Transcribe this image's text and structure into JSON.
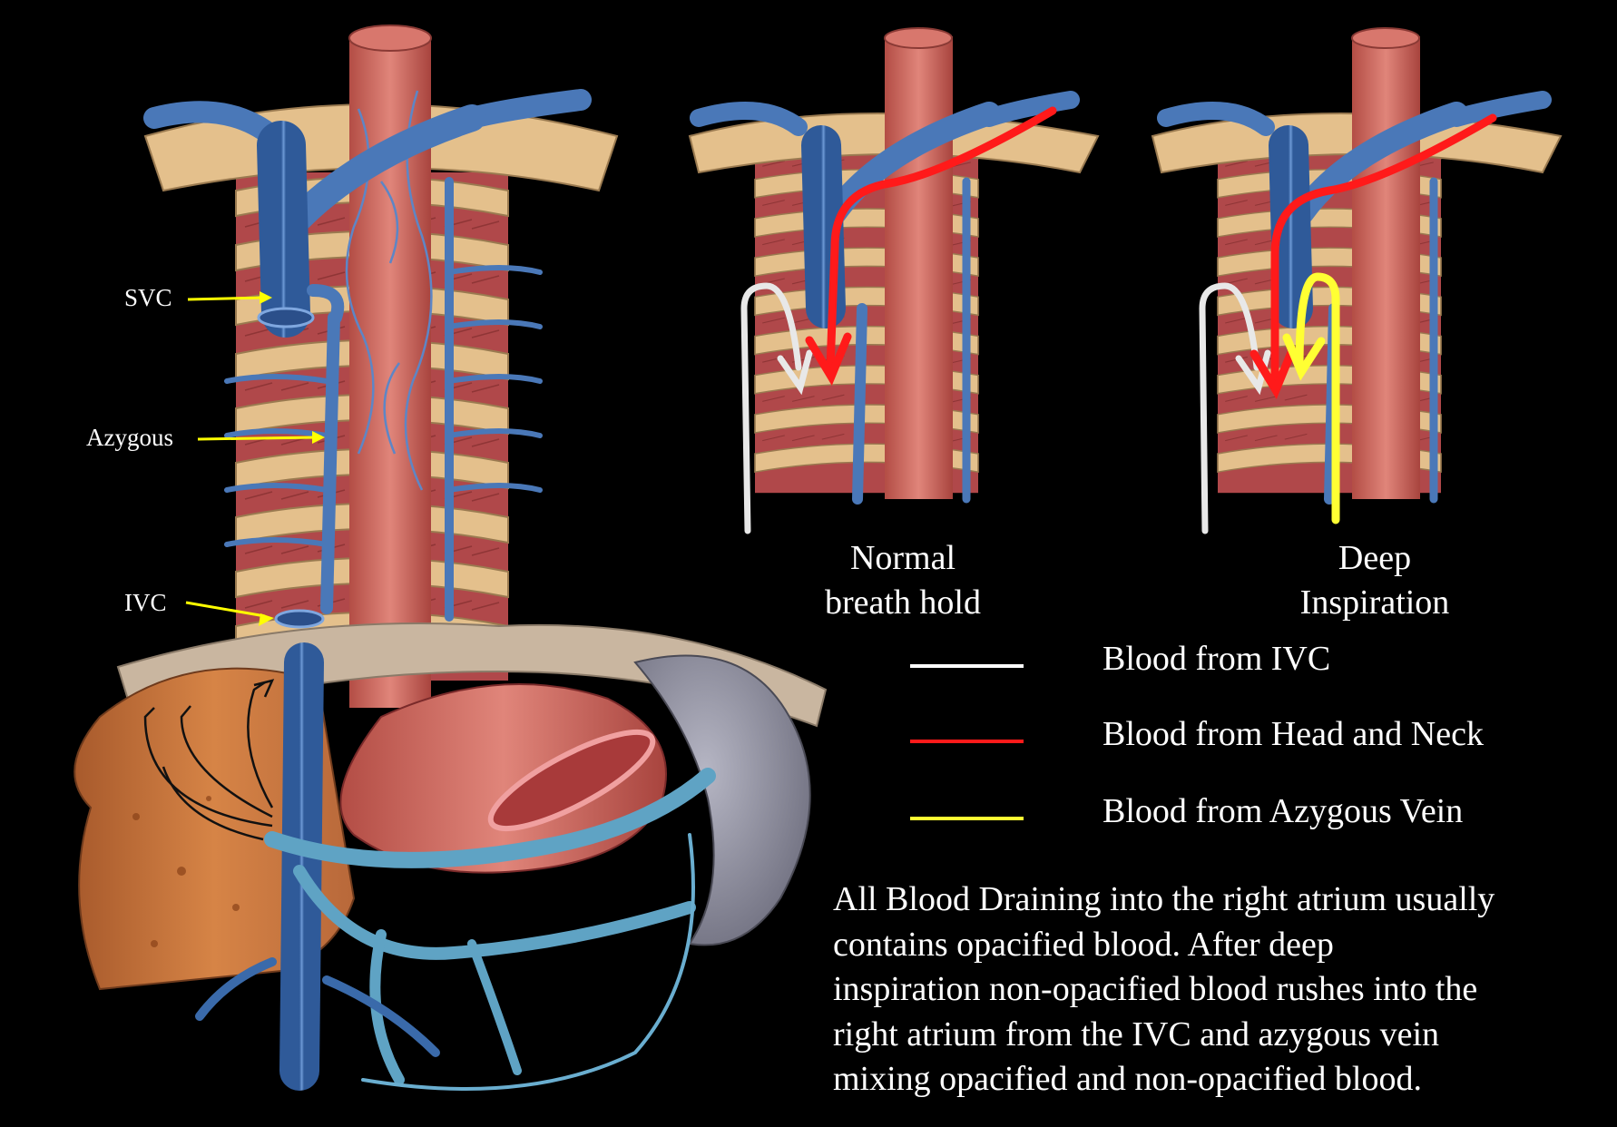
{
  "labels": {
    "svc": "SVC",
    "azygous": "Azygous",
    "ivc": "IVC"
  },
  "panels": {
    "normal": {
      "line1": "Normal",
      "line2": "breath hold"
    },
    "deep": {
      "line1": "Deep",
      "line2": "Inspiration"
    }
  },
  "legend": [
    {
      "label": "Blood from IVC",
      "color": "#ffffff"
    },
    {
      "label": "Blood from Head and Neck",
      "color": "#ff1a1a"
    },
    {
      "label": "Blood from Azygous Vein",
      "color": "#ffff33"
    }
  ],
  "paragraph": "All Blood Draining into the right atrium usually\ncontains opacified blood.  After deep\ninspiration non-opacified blood rushes into the\nright atrium from the IVC and azygous vein\nmixing opacified and non-opacified blood.",
  "colors": {
    "background": "#000000",
    "label_arrow": "#ffff00",
    "vein": "#4a78b8",
    "muscle": "#c8605a",
    "bone": "#e8c89a",
    "liver": "#c0703a",
    "spleen": "#8a8a98"
  }
}
